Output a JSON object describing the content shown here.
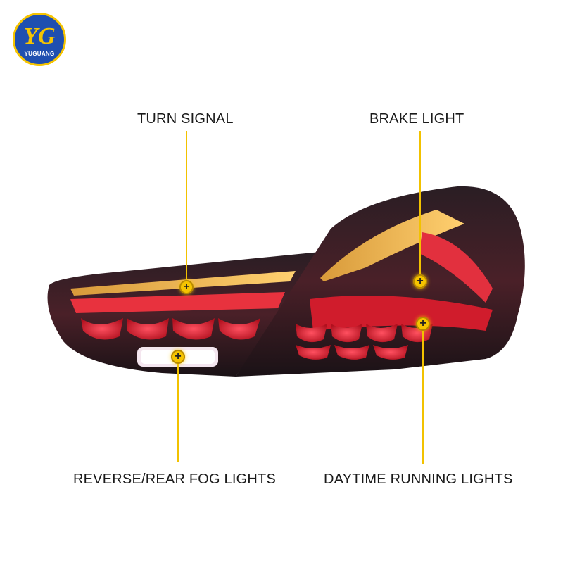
{
  "logo": {
    "mark": "YG",
    "brand": "YUGUANG"
  },
  "callouts": {
    "turn_signal": "TURN SIGNAL",
    "brake_light": "BRAKE LIGHT",
    "reverse_fog": "REVERSE/REAR FOG LIGHTS",
    "drl": "DAYTIME RUNNING LIGHTS"
  },
  "colors": {
    "accent_yellow": "#f6c400",
    "housing": "#1b1418",
    "red_led": "#e01a2e",
    "amber_led": "#f2b54a",
    "logo_blue": "#1f4fb0"
  },
  "icons": {
    "marker": "plus-marker-icon"
  }
}
